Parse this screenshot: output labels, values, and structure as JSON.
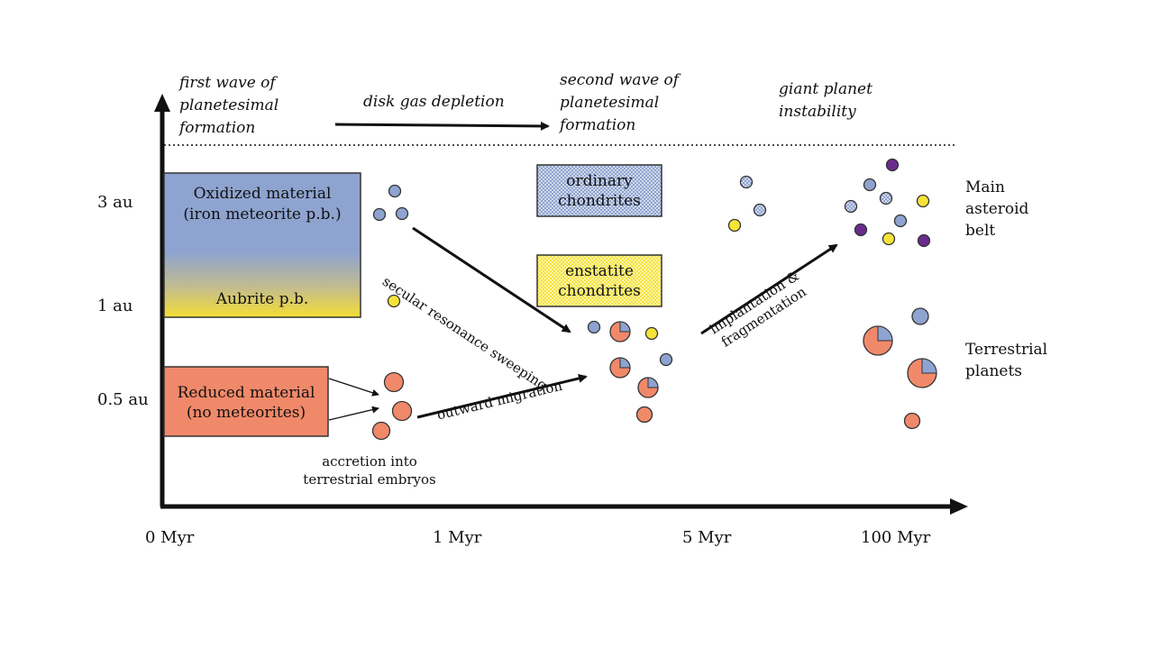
{
  "header": {
    "first_wave": [
      "first wave of",
      "planetesimal",
      "formation"
    ],
    "gas_depletion": "disk gas depletion",
    "second_wave": [
      "second wave of",
      "planetesimal",
      "formation"
    ],
    "instability": [
      "giant planet",
      "instability"
    ]
  },
  "y_axis": {
    "ticks": [
      "3 au",
      "1 au",
      "0.5 au"
    ]
  },
  "x_axis": {
    "ticks": [
      "0 Myr",
      "1 Myr",
      "5 Myr",
      "100 Myr"
    ]
  },
  "boxes": {
    "oxidized": {
      "line1": "Oxidized material",
      "line2": "(iron meteorite p.b.)",
      "bottom": "Aubrite p.b."
    },
    "reduced": {
      "line1": "Reduced material",
      "line2": "(no meteorites)"
    },
    "ordinary": {
      "line1": "ordinary",
      "line2": "chondrites"
    },
    "enstatite": {
      "line1": "enstatite",
      "line2": "chondrites"
    }
  },
  "annotations": {
    "accretion": [
      "accretion into",
      "terrestrial embryos"
    ],
    "secular": "secular resonance sweeping",
    "outward": "outward migration",
    "implantation": [
      "implantation &",
      "fragmentation"
    ]
  },
  "right_labels": {
    "belt": [
      "Main",
      "asteroid",
      "belt"
    ],
    "terrestrial": [
      "Terrestrial",
      "planets"
    ]
  },
  "colors": {
    "blue": "#8ea3d0",
    "orange": "#f0896a",
    "yellow": "#f5e33a",
    "purple": "#6a2c8c",
    "slate": "#8ea3d0"
  }
}
